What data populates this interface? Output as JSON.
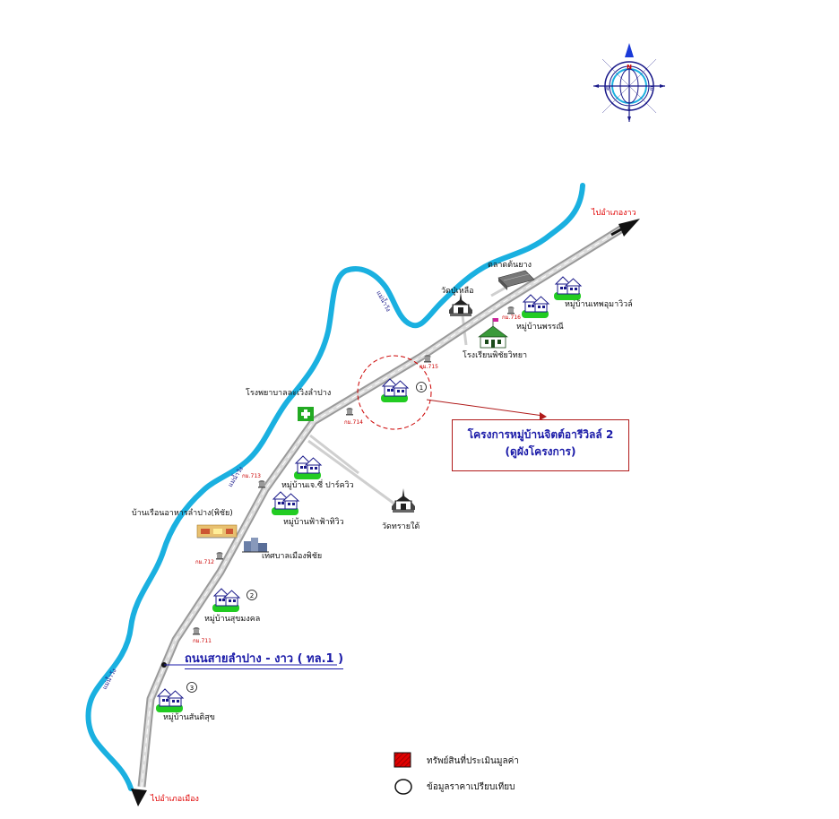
{
  "map": {
    "destinations": {
      "northeast": "ไปอำเภองาว",
      "southwest": "ไปอำเภอเมือง"
    },
    "road_name": "ถนนสายลำปาง - งาว ( ทล.1 )",
    "river_labels": [
      "แม่น้ำวัง",
      "แม่น้ำวัง",
      "แม่น้ำวัง"
    ],
    "landmarks": {
      "market": "ตลาดต้นยาง",
      "wat_pu_luea": "วัดปู่เหลือ",
      "village_thep": "หมู่บ้านเทพอุมาวิวล์",
      "village_phon": "หมู่บ้านพรรณี",
      "school": "โรงเรียนพิชัยวิทยา",
      "hospital": "โรงพยาบาลละเวิงลำปาง",
      "village_js": "หมู่บ้านเจ.ซี่ ปาร์ควิว",
      "village_fa": "หมู่บ้านฟ้าฟ้าทิวิว",
      "wat_sai": "วัดทรายใต้",
      "food_shop": "บ้านเรือนอาหารลำปาง(พิชัย)",
      "municipality": "เทศบาลเมืองพิชัย",
      "village_suk": "หมู่บ้านสุขมงคล",
      "village_san": "หมู่บ้านสันติสุข"
    },
    "km_markers": [
      "กม.716",
      "กม.715",
      "กม.714",
      "กม.713",
      "กม.712",
      "กม.711"
    ],
    "site_numbers": [
      "1",
      "2",
      "3"
    ],
    "compass": {
      "n": "N",
      "s": "S",
      "e": "E",
      "w": "W"
    },
    "project_box": {
      "line1": "โครงการหมู่บ้านจิตต์อารีวิลล์ 2",
      "line2": "(ดูผังโครงการ)"
    },
    "legend": {
      "subject": "ทรัพย์สินที่ประเมินมูลค่า",
      "comparable": "ข้อมูลราคาเปรียบเทียบ"
    },
    "colors": {
      "river": "#1ab0e0",
      "road": "#cfcfcf",
      "accent_red": "#e00000",
      "label_blue": "#1a1aa8",
      "house_green": "#22cc22"
    }
  }
}
